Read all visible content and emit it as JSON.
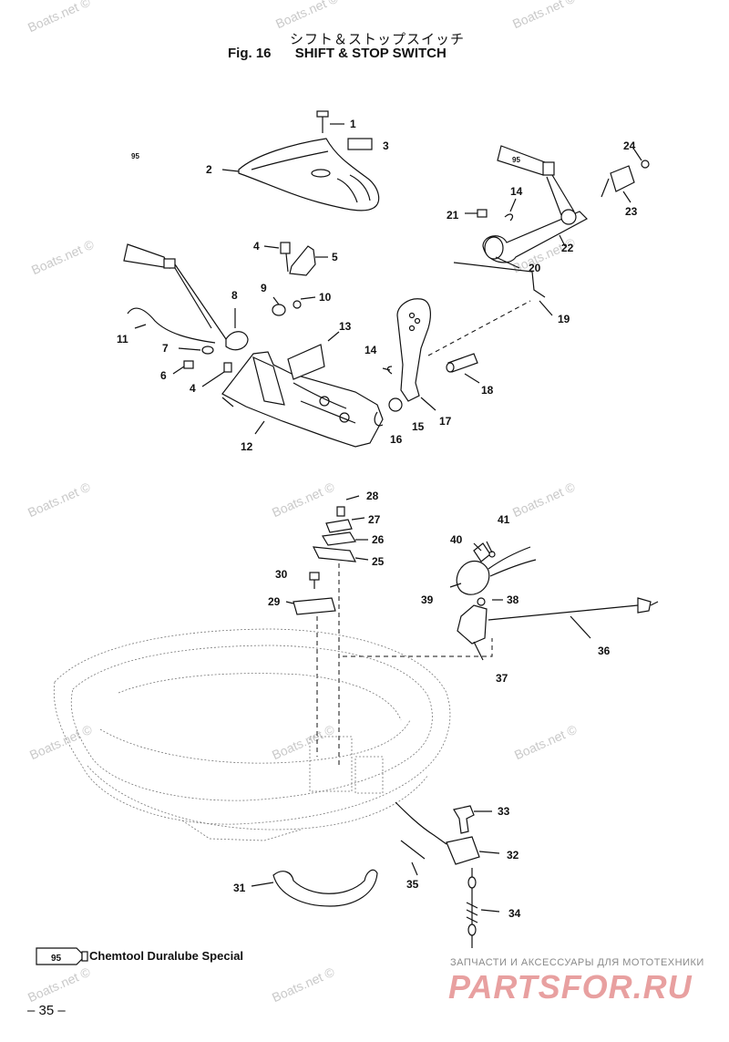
{
  "title": {
    "japanese": "シフト＆ストップスイッチ",
    "figure": "Fig. 16",
    "english": "SHIFT & STOP SWITCH"
  },
  "watermark": "Boats.net ©",
  "callouts": [
    "1",
    "2",
    "3",
    "4",
    "4",
    "5",
    "6",
    "7",
    "8",
    "9",
    "10",
    "11",
    "12",
    "13",
    "14",
    "14",
    "15",
    "16",
    "17",
    "18",
    "19",
    "20",
    "21",
    "22",
    "23",
    "24",
    "25",
    "26",
    "27",
    "28",
    "29",
    "30",
    "31",
    "32",
    "33",
    "34",
    "35",
    "36",
    "37",
    "38",
    "39",
    "40",
    "41"
  ],
  "legend": {
    "tube_label": "95",
    "text": "Chemtool Duralube Special"
  },
  "page_number": "– 35 –",
  "brand": {
    "tagline": "ЗАПЧАСТИ И АКСЕССУАРЫ ДЛЯ МОТОТЕХНИКИ",
    "logo": "PARTSFOR.RU"
  },
  "icons": [
    "grease-tube-icon",
    "bolt-icon",
    "switch-icon",
    "cable-icon"
  ]
}
